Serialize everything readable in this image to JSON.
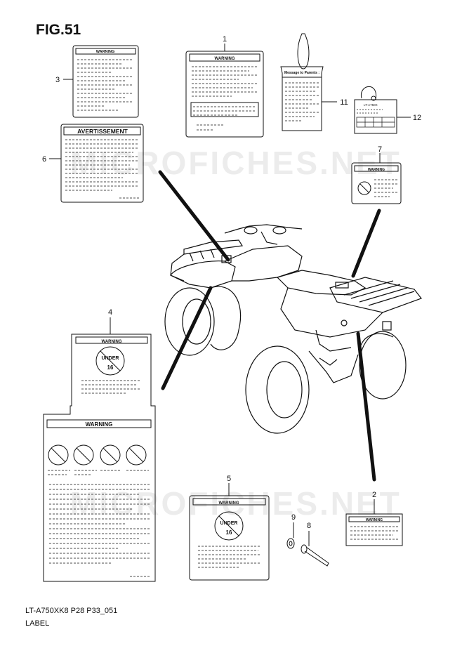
{
  "figure": {
    "title": "FIG.51"
  },
  "footer": {
    "code": "LT-A750XK8 P28 P33_051",
    "section": "LABEL"
  },
  "watermark": {
    "text": "MICROFICHES.NET"
  },
  "labels": {
    "warning": "WARNING",
    "avertissement": "AVERTISSEMENT",
    "message_to_parents": "Message to Parents :",
    "under": "UNDER",
    "age": "16",
    "model_tag": "LT-A750X"
  },
  "callouts": [
    "1",
    "2",
    "3",
    "4",
    "5",
    "6",
    "7",
    "8",
    "9",
    "11",
    "12"
  ]
}
